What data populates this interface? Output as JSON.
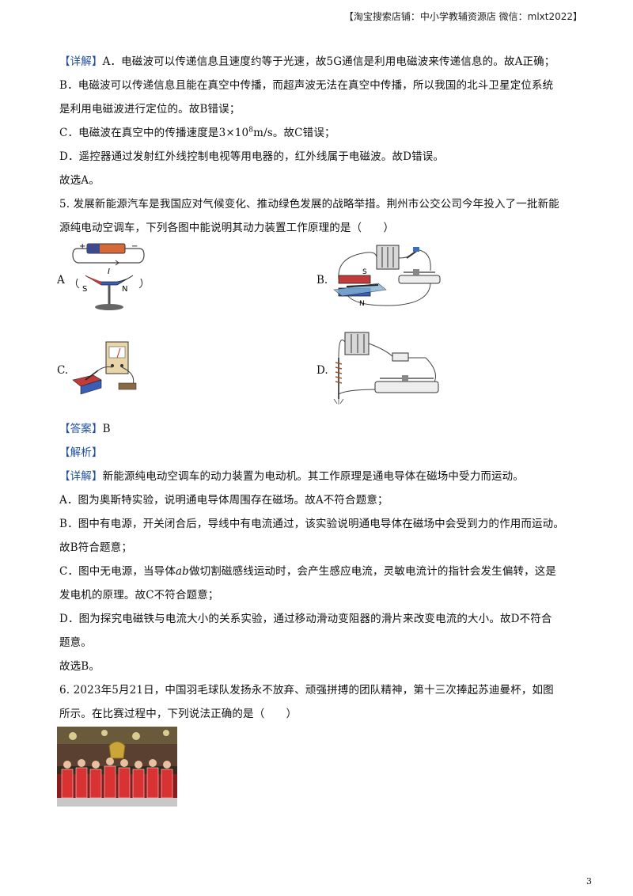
{
  "header": "【淘宝搜索店铺：中小学教辅资源店 微信：mlxt2022】",
  "q4_detail": {
    "tag": "【详解】",
    "line1": "A．电磁波可以传递信息且速度约等于光速，故5G通信是利用电磁波来传递信息的。故A正确；",
    "line2": "B．电磁波可以传递信息且能在真空中传播，而超声波无法在真空中传播，所以我国的北斗卫星定位系统",
    "line3": "是利用电磁波进行定位的。故B错误；",
    "line4_pre": "C．电磁波在真空中的传播速度是3×10",
    "line4_sup": "8",
    "line4_post": "m/s。故C错误；",
    "line5": "D．遥控器通过发射红外线控制电视等用电器的，红外线属于电磁波。故D错误。",
    "line6": "故选A。"
  },
  "q5": {
    "line1": "5. 发展新能源汽车是我国应对气候变化、推动绿色发展的战略举措。荆州市公交公司今年投入了一批新能",
    "line2": "源纯电动空调车，下列各图中能说明其动力装置工作原理的是（　　）",
    "options": {
      "a": "A",
      "b": "B.",
      "c": "C.",
      "d": "D."
    },
    "fig_a": {
      "plus": "+",
      "minus": "−",
      "current": "I",
      "s": "S",
      "n": "N"
    },
    "fig_b": {
      "s": "S",
      "n": "N"
    },
    "answer_tag": "【答案】",
    "answer": "B",
    "analysis_tag": "【解析】",
    "detail_tag": "【详解】",
    "detail1": "新能源纯电动空调车的动力装置为电动机。其工作原理是通电导体在磁场中受力而运动。",
    "detail2": "A．图为奥斯特实验，说明通电导体周围存在磁场。故A不符合题意；",
    "detail3": "B．图中有电源，开关闭合后，导线中有电流通过，该实验说明通电导体在磁场中会受到力的作用而运动。",
    "detail4": "故B符合题意；",
    "detail5_pre": "C．图中无电源，当导体",
    "detail5_ab": "ab",
    "detail5_post": "做切割磁感线运动时，会产生感应电流，灵敏电流计的指针会发生偏转，这是",
    "detail6": "发电机的原理。故C不符合题意；",
    "detail7": "D．图为探究电磁铁与电流大小的关系实验，通过移动滑动变阻器的滑片来改变电流的大小。故D不符合",
    "detail8": "题意。",
    "detail9": "故选B。"
  },
  "q6": {
    "line1": "6. 2023年5月21日，中国羽毛球队发扬永不放弃、顽强拼搏的团队精神，第十三次捧起苏迪曼杯，如图",
    "line2": "所示。在比赛过程中，下列说法正确的是（　　）"
  },
  "page_number": "3"
}
